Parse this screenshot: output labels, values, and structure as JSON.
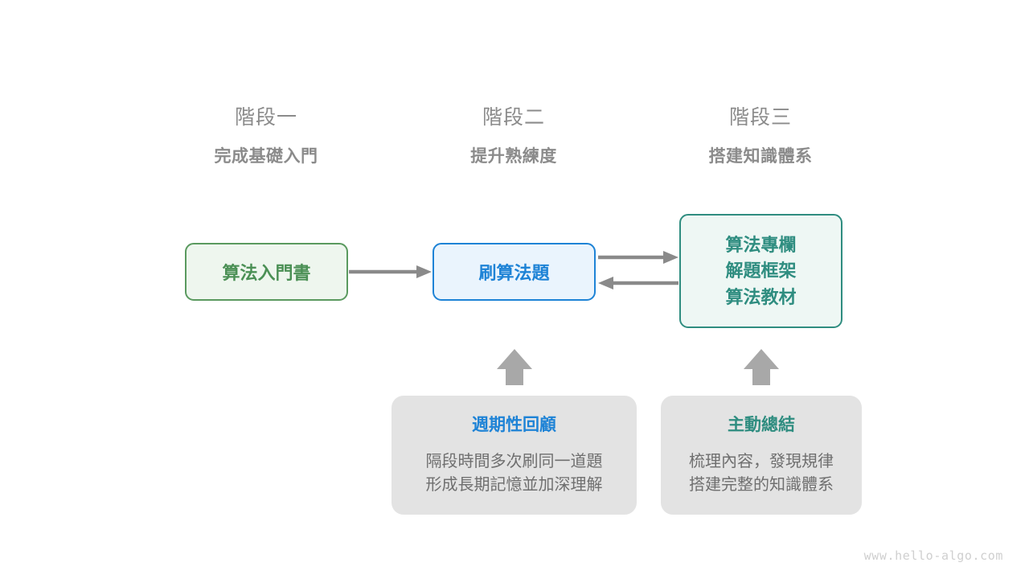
{
  "stages": [
    {
      "name": "階段一",
      "goal": "完成基礎入門"
    },
    {
      "name": "階段二",
      "goal": "提升熟練度"
    },
    {
      "name": "階段三",
      "goal": "搭建知識體系"
    }
  ],
  "boxes": {
    "intro_book": {
      "label": "算法入門書",
      "color": "#4b9055",
      "fill": "#eef6ee",
      "border": "#5a9a5f"
    },
    "practice": {
      "label": "刷算法題",
      "color": "#1e83d6",
      "fill": "#eaf4fd",
      "border": "#1e83d6"
    },
    "resources": {
      "lines": [
        "算法專欄",
        "解題框架",
        "算法教材"
      ],
      "color": "#2f8d80",
      "fill": "#eef7f4",
      "border": "#2f8d80"
    }
  },
  "methods": [
    {
      "title": "週期性回顧",
      "title_color": "#1e83d6",
      "desc_line_1": "隔段時間多次刷同一道題",
      "desc_line_2": "形成長期記憶並加深理解"
    },
    {
      "title": "主動總結",
      "title_color": "#2f8d80",
      "desc_line_1": "梳理內容，發現規律",
      "desc_line_2": "搭建完整的知識體系"
    }
  ],
  "arrows": {
    "color": "#8a8a8a",
    "icons": [
      "arrow-right-icon",
      "arrow-right-icon",
      "arrow-left-icon",
      "arrow-up-icon",
      "arrow-up-icon"
    ]
  },
  "watermark": "www.hello-algo.com"
}
